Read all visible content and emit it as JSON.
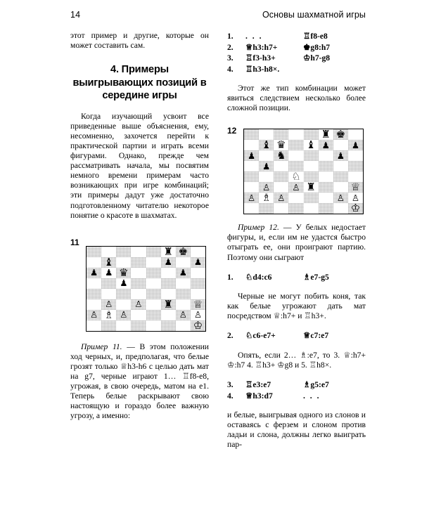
{
  "page": {
    "folio": "14",
    "running_title": "Основы шахматной игры"
  },
  "left_column": {
    "para_continued": "этот пример и другие, которые он может составить сам.",
    "section_title": "4. Примеры выигрывающих позиций в середине игры",
    "para_intro": "Когда изучающий усвоит все приведенные выше объяснения, ему, несомненно, захочется перейти к практической партии и играть всеми фигурами. Однако, прежде чем рассматривать начала, мы посвятим немного времени примерам часто возникающих при игре комбинаций; эти примеры дадут уже достаточно подготовленному читателю некоторое понятие о красоте в шахматах.",
    "diagram_11": {
      "number": "11",
      "pieces": [
        {
          "square": "f8",
          "piece": "black-rook",
          "glyph": "♜"
        },
        {
          "square": "g8",
          "piece": "black-king",
          "glyph": "♚"
        },
        {
          "square": "b7",
          "piece": "black-bishop",
          "glyph": "♝"
        },
        {
          "square": "f7",
          "piece": "black-pawn",
          "glyph": "♟"
        },
        {
          "square": "h7",
          "piece": "black-pawn",
          "glyph": "♟"
        },
        {
          "square": "a6",
          "piece": "black-pawn",
          "glyph": "♟"
        },
        {
          "square": "b6",
          "piece": "black-pawn",
          "glyph": "♟"
        },
        {
          "square": "c6",
          "piece": "black-queen",
          "glyph": "♛"
        },
        {
          "square": "g6",
          "piece": "black-pawn",
          "glyph": "♟"
        },
        {
          "square": "c5",
          "piece": "black-pawn",
          "glyph": "♟"
        },
        {
          "square": "b3",
          "piece": "white-pawn",
          "glyph": "♙"
        },
        {
          "square": "d3",
          "piece": "white-pawn",
          "glyph": "♙"
        },
        {
          "square": "f3",
          "piece": "black-rook",
          "glyph": "♜"
        },
        {
          "square": "h3",
          "piece": "white-queen",
          "glyph": "♕"
        },
        {
          "square": "a2",
          "piece": "white-pawn",
          "glyph": "♙"
        },
        {
          "square": "b2",
          "piece": "white-bishop",
          "glyph": "♗"
        },
        {
          "square": "c2",
          "piece": "white-pawn",
          "glyph": "♙"
        },
        {
          "square": "g2",
          "piece": "white-pawn",
          "glyph": "♙"
        },
        {
          "square": "h2",
          "piece": "white-pawn",
          "glyph": "♙"
        },
        {
          "square": "h1",
          "piece": "white-king",
          "glyph": "♔"
        }
      ]
    },
    "example_11": {
      "label": "Пример 11.",
      "text": " — В этом положении ход черных, и, предполагая, что белые грозят только ♕h3-h6 с целью дать мат на g7, черные играют 1… ♖f8-e8, угрожая, в свою очередь, матом на e1. Теперь белые раскрывают свою настоящую и гораздо более важную угрозу, а именно:"
    }
  },
  "right_column": {
    "moves_top": [
      {
        "no": "1.",
        "white": "…",
        "black": "♖f8-e8"
      },
      {
        "no": "2.",
        "white": "♕h3:h7+",
        "black": "♚g8:h7"
      },
      {
        "no": "3.",
        "white": "♖f3-h3+",
        "black": "♔h7-g8"
      },
      {
        "no": "4.",
        "white": "♖h3-h8×.",
        "black": ""
      }
    ],
    "para_after_moves": "Этот же тип комбинации может явиться следствием несколько более сложной позиции.",
    "diagram_12": {
      "number": "12",
      "pieces": [
        {
          "square": "f8",
          "piece": "black-rook",
          "glyph": "♜"
        },
        {
          "square": "g8",
          "piece": "black-king",
          "glyph": "♚"
        },
        {
          "square": "b7",
          "piece": "black-bishop",
          "glyph": "♝"
        },
        {
          "square": "c7",
          "piece": "black-queen",
          "glyph": "♛"
        },
        {
          "square": "e7",
          "piece": "black-bishop",
          "glyph": "♝"
        },
        {
          "square": "f7",
          "piece": "black-pawn",
          "glyph": "♟"
        },
        {
          "square": "h7",
          "piece": "black-pawn",
          "glyph": "♟"
        },
        {
          "square": "a6",
          "piece": "black-pawn",
          "glyph": "♟"
        },
        {
          "square": "c6",
          "piece": "black-knight",
          "glyph": "♞"
        },
        {
          "square": "g6",
          "piece": "black-pawn",
          "glyph": "♟"
        },
        {
          "square": "b5",
          "piece": "black-pawn",
          "glyph": "♟"
        },
        {
          "square": "d4",
          "piece": "white-knight",
          "glyph": "♘"
        },
        {
          "square": "b3",
          "piece": "white-pawn",
          "glyph": "♙"
        },
        {
          "square": "d3",
          "piece": "white-pawn",
          "glyph": "♙"
        },
        {
          "square": "e3",
          "piece": "black-rook",
          "glyph": "♜"
        },
        {
          "square": "h3",
          "piece": "white-queen",
          "glyph": "♕"
        },
        {
          "square": "a2",
          "piece": "white-pawn",
          "glyph": "♙"
        },
        {
          "square": "b2",
          "piece": "white-bishop",
          "glyph": "♗"
        },
        {
          "square": "c2",
          "piece": "white-pawn",
          "glyph": "♙"
        },
        {
          "square": "g2",
          "piece": "white-pawn",
          "glyph": "♙"
        },
        {
          "square": "h2",
          "piece": "white-pawn",
          "glyph": "♙"
        },
        {
          "square": "h1",
          "piece": "white-king",
          "glyph": "♔"
        }
      ]
    },
    "example_12": {
      "label": "Пример 12.",
      "text": " — У белых недостает фигуры, и, если им не удастся быстро отыграть ее, они проиграют партию. Поэтому они сыграют"
    },
    "move_1": [
      {
        "no": "1.",
        "white": "♘d4:c6",
        "black": "♗e7-g5"
      }
    ],
    "para_knight": "Черные не могут побить коня, так как белые угрожают дать мат посредством ♕:h7+ и ♖h3+.",
    "move_2": [
      {
        "no": "2.",
        "white": "♘c6-e7+",
        "black": "♕c7:e7"
      }
    ],
    "para_again": "Опять, если 2… ♗:e7, то 3. ♕:h7+ ♔:h7 4. ♖h3+ ♔g8 и 5. ♖h8×.",
    "moves_34": [
      {
        "no": "3.",
        "white": "♖e3:e7",
        "black": "♗g5:e7"
      },
      {
        "no": "4.",
        "white": "♕h3:d7",
        "black": "…"
      }
    ],
    "para_final": "и белые, выигрывая одного из слонов и оставаясь с ферзем и слоном против ладьи и слона, должны легко выиграть пар-"
  }
}
